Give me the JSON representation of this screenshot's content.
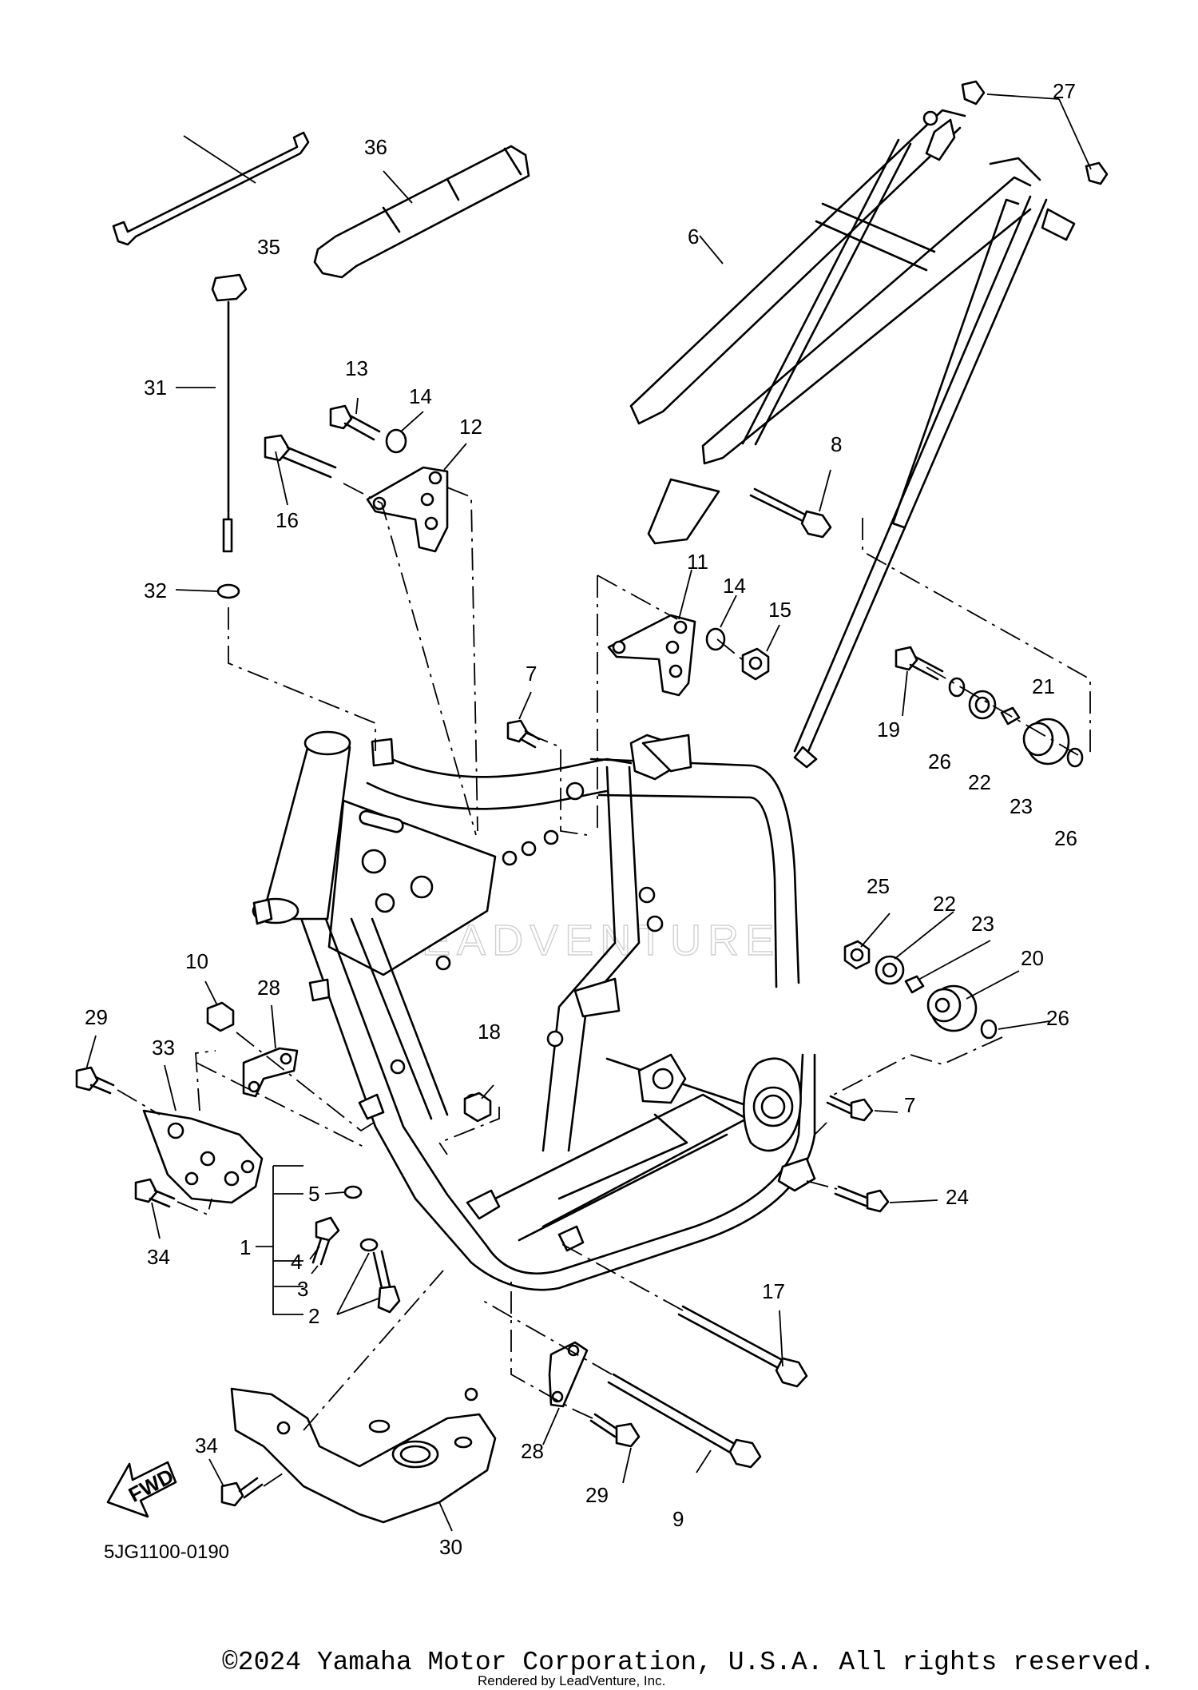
{
  "diagram": {
    "code": "5JG1100-0190",
    "watermark": "LEADVENTURE",
    "fwd_label": "FWD",
    "callouts": {
      "c1": "1",
      "c2": "2",
      "c3": "3",
      "c4": "4",
      "c5": "5",
      "c6": "6",
      "c7a": "7",
      "c7b": "7",
      "c8": "8",
      "c9": "9",
      "c10": "10",
      "c11": "11",
      "c12": "12",
      "c13": "13",
      "c14a": "14",
      "c14b": "14",
      "c15": "15",
      "c16": "16",
      "c17": "17",
      "c18": "18",
      "c19": "19",
      "c20": "20",
      "c21": "21",
      "c22a": "22",
      "c22b": "22",
      "c23a": "23",
      "c23b": "23",
      "c24": "24",
      "c25": "25",
      "c26a": "26",
      "c26b": "26",
      "c26c": "26",
      "c27": "27",
      "c28a": "28",
      "c28b": "28",
      "c29a": "29",
      "c29b": "29",
      "c30": "30",
      "c31": "31",
      "c32": "32",
      "c33": "33",
      "c34a": "34",
      "c34b": "34",
      "c35": "35",
      "c36": "36"
    }
  },
  "footer": {
    "copyright": "©2024 Yamaha Motor Corporation, U.S.A. All rights reserved.",
    "rendered_by": "Rendered by LeadVenture, Inc."
  }
}
